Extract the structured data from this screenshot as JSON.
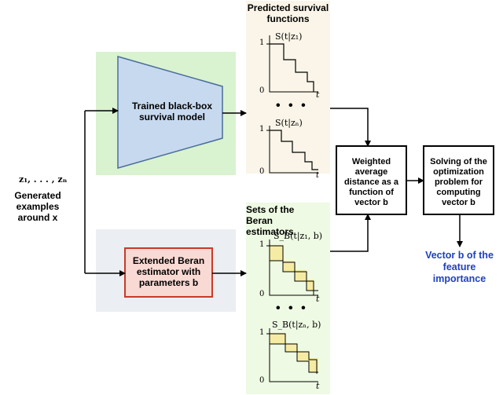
{
  "inputs": {
    "z_vars": "z₁, . . . , zₙ",
    "generated_label": "Generated examples around x"
  },
  "black_box": {
    "label": "Trained black-box survival model"
  },
  "beran": {
    "label": "Extended Beran estimator with parameters b"
  },
  "predicted_panel": {
    "title": "Predicted survival functions",
    "plot1_func": "S(t|z₁)",
    "plot2_func": "S(t|zₙ)",
    "ellipsis": "• • •",
    "tick_one": "1",
    "tick_zero": "0",
    "axis_t": "t"
  },
  "beran_panel": {
    "title": "Sets of the Beran estimators",
    "plot1_func": "S_B(t|z₁, b)",
    "plot2_func": "S_B(t|zₙ, b)",
    "ellipsis": "• • •",
    "tick_one": "1",
    "tick_zero": "0",
    "axis_t": "t"
  },
  "distance_box": {
    "label": "Weighted average distance as a function of vector b"
  },
  "optimization_box": {
    "label": "Solving of the optimization problem for computing vector b"
  },
  "result": {
    "label": "Vector b of the feature importance"
  },
  "colors": {
    "green_region": "#d9f2d0",
    "gray_region": "#ebeef2",
    "panel_bg": "#faf5e8",
    "panel_bg_green": "#eefae3",
    "trapezoid_fill": "#c7d9ef",
    "trapezoid_stroke": "#4a6d99",
    "beran_fill": "#f9d9d3",
    "beran_stroke": "#c83a2a",
    "band_fill": "#f6eba2",
    "result_text": "#1f3fbf"
  }
}
